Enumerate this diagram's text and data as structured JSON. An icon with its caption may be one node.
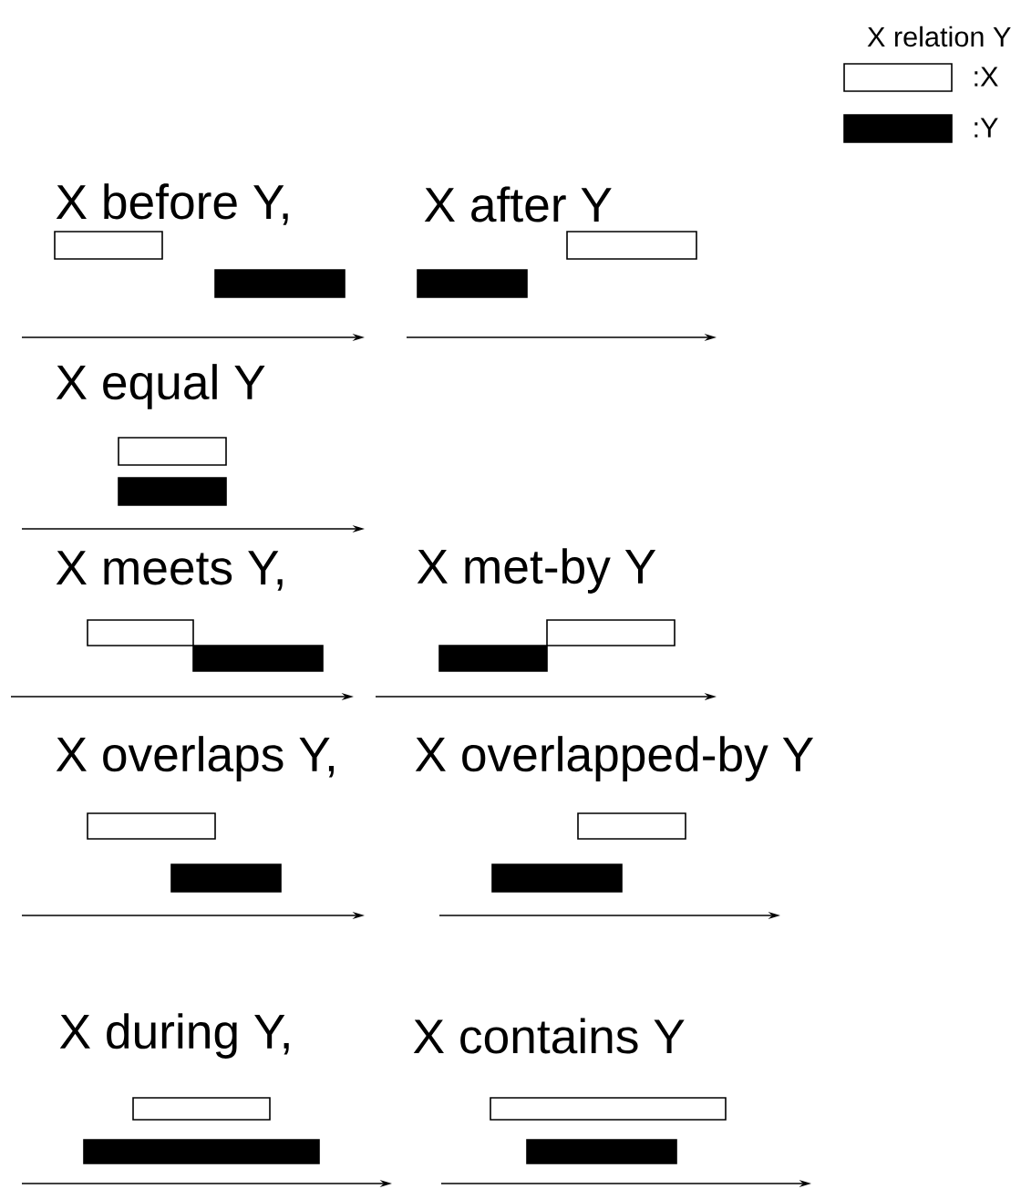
{
  "diagram": {
    "labels": [
      "X relation Y",
      "X before Y,",
      "X after Y",
      "X equal Y",
      "X meets Y,",
      "X met-by Y",
      "X overlaps Y,",
      "X overlapped-by Y",
      "X during Y,",
      "X contains Y"
    ],
    "legend": [
      {
        "text": ":X"
      },
      {
        "text": ":Y",
        "color": "#000000"
      }
    ]
  }
}
